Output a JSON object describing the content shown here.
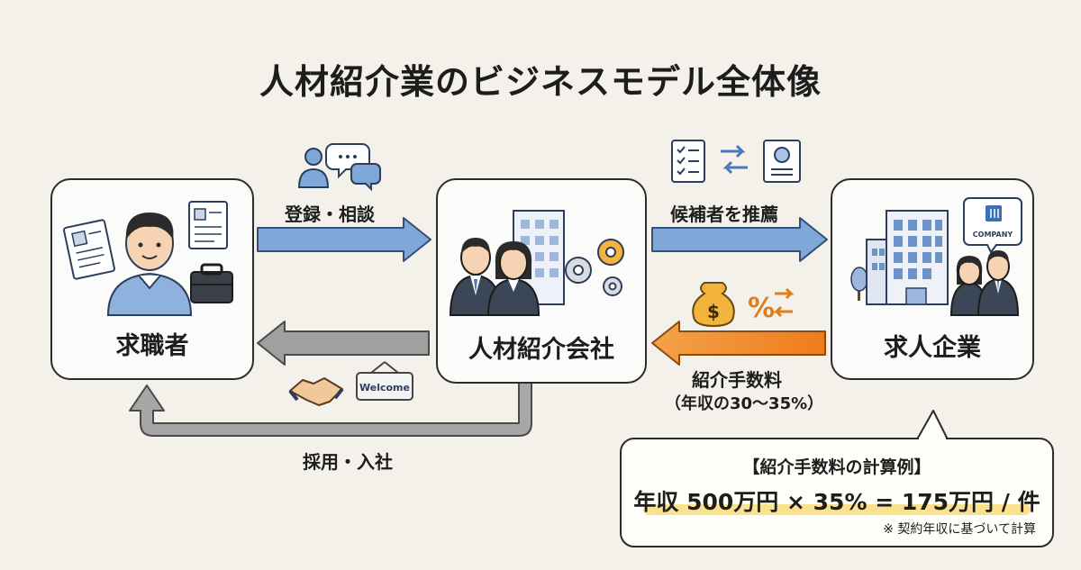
{
  "title": "人材紹介業のビジネスモデル全体像",
  "nodes": {
    "job_seeker": "求職者",
    "agency": "人材紹介会社",
    "company": "求人企業"
  },
  "flows": {
    "register": "登録・相談",
    "recommend": "候補者を推薦",
    "fee_line1": "紹介手数料",
    "fee_line2": "（年収の30〜35%）",
    "hire": "採用・入社"
  },
  "icons": {
    "company_sign": "COMPANY",
    "welcome_sign": "Welcome",
    "percent_sign": "%",
    "dollar_sign": "$"
  },
  "callout": {
    "heading": "【紹介手数料の計算例】",
    "formula": "年収 500万円 × 35% = 175万円 / 件",
    "note": "※ 契約年収に基づいて計算"
  },
  "colors": {
    "blue_arrow": "#7fa7d8",
    "gray_arrow": "#9a9a9a",
    "orange_arrow": "#f08a24",
    "highlight": "#f8d76a"
  }
}
